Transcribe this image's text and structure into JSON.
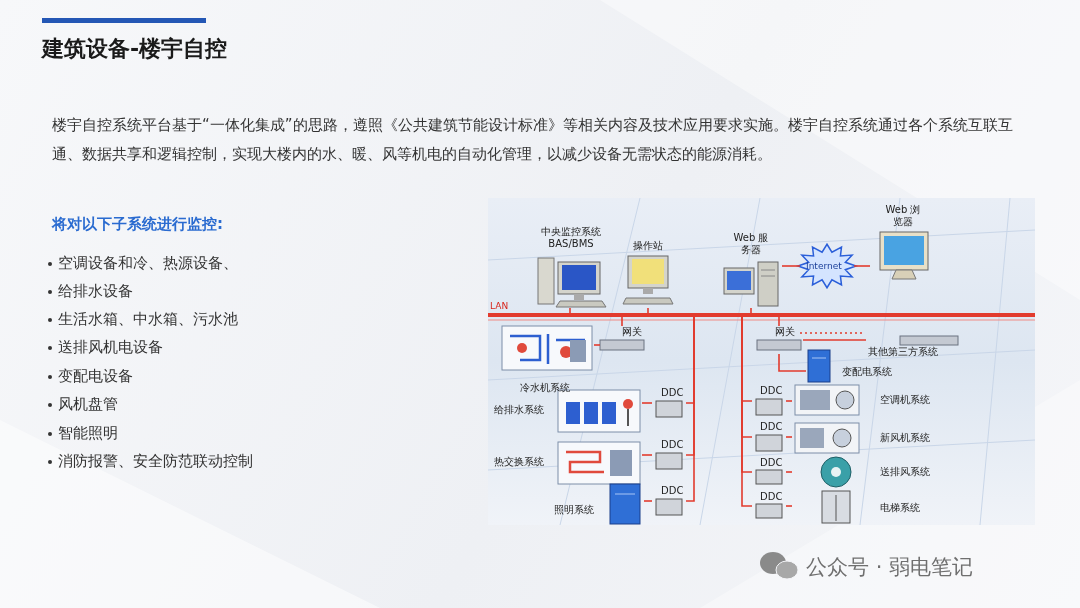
{
  "diagram": {
    "title": "建筑设备-楼宇自控",
    "nodes": [
      {
        "text": [
          "中央监控系统 BAS/BMS"
        ]
      },
      {
        "text": [
          "操作站"
        ]
      },
      {
        "text": [
          "Web 服务器"
        ]
      },
      {
        "text": [
          "Internet"
        ]
      },
      {
        "text": [
          "Web 浏览器"
        ]
      },
      {
        "text": [
          "LAN"
        ]
      },
      {
        "text": [
          "网关"
        ]
      },
      {
        "text": [
          "冷水机系统"
        ]
      },
      {
        "text": [
          "网关"
        ]
      },
      {
        "text": [
          "其他第三方系统"
        ]
      },
      {
        "text": [
          "变配电系统"
        ]
      },
      {
        "text": [
          "DDC"
        ]
      },
      {
        "text": [
          "给排水系统"
        ]
      },
      {
        "text": [
          "DDC"
        ]
      },
      {
        "text": [
          "热交换系统"
        ]
      },
      {
        "text": [
          "DDC"
        ]
      },
      {
        "text": [
          "照明系统"
        ]
      },
      {
        "text": [
          "DDC"
        ]
      },
      {
        "text": [
          "空调机系统"
        ]
      },
      {
        "text": [
          "DDC"
        ]
      },
      {
        "text": [
          "新风机系统"
        ]
      },
      {
        "text": [
          "DDC"
        ]
      },
      {
        "text": [
          "送排风系统"
        ]
      },
      {
        "text": [
          "DDC"
        ]
      },
      {
        "text": [
          "电梯系统"
        ]
      }
    ],
    "edges": [
      {
        "from": 0,
        "to": 5,
        "arrow": "none"
      },
      {
        "from": 1,
        "to": 5,
        "arrow": "none"
      },
      {
        "from": 2,
        "to": 5,
        "arrow": "none"
      },
      {
        "from": 2,
        "to": 3,
        "arrow": "none"
      },
      {
        "from": 3,
        "to": 4,
        "arrow": "none"
      },
      {
        "from": 7,
        "to": 6,
        "arrow": "none"
      },
      {
        "from": 6,
        "to": 5,
        "arrow": "none"
      },
      {
        "from": 8,
        "to": 5,
        "arrow": "none"
      },
      {
        "from": 8,
        "to": 9,
        "arrow": "none"
      },
      {
        "from": 8,
        "to": 10,
        "arrow": "none"
      },
      {
        "from": 11,
        "to": 5,
        "arrow": "none"
      },
      {
        "from": 11,
        "to": 12,
        "arrow": "none"
      },
      {
        "from": 13,
        "to": 5,
        "arrow": "none"
      },
      {
        "from": 13,
        "to": 14,
        "arrow": "none"
      },
      {
        "from": 15,
        "to": 5,
        "arrow": "none"
      },
      {
        "from": 15,
        "to": 16,
        "arrow": "none"
      },
      {
        "from": 17,
        "to": 5,
        "arrow": "none"
      },
      {
        "from": 17,
        "to": 18,
        "arrow": "none"
      },
      {
        "from": 19,
        "to": 5,
        "arrow": "none"
      },
      {
        "from": 19,
        "to": 20,
        "arrow": "none"
      },
      {
        "from": 21,
        "to": 5,
        "arrow": "none"
      },
      {
        "from": 21,
        "to": 22,
        "arrow": "none"
      },
      {
        "from": 23,
        "to": 5,
        "arrow": "none"
      },
      {
        "from": 23,
        "to": 24,
        "arrow": "none"
      }
    ],
    "labels": [
      "楼宇自控系统平台基于“一体化集成”的思路，遵照《公共建筑节能设计标准》等相关内容及技术应用要求实施。楼宇自控系统通过各个系统互联互通、数据共享和逻辑控制，实现大楼内的水、暖、风等机电的自动化管理，以减少设备无需状态的能源消耗。",
      "将对以下子系统进行监控:",
      "空调设备和冷、热源设备、",
      "给排水设备",
      "生活水箱、中水箱、污水池",
      "送排风机电设备",
      "变配电设备",
      "风机盘管",
      "智能照明",
      "消防报警、安全防范联动控制",
      "公众号 · 弱电笔记"
    ]
  }
}
